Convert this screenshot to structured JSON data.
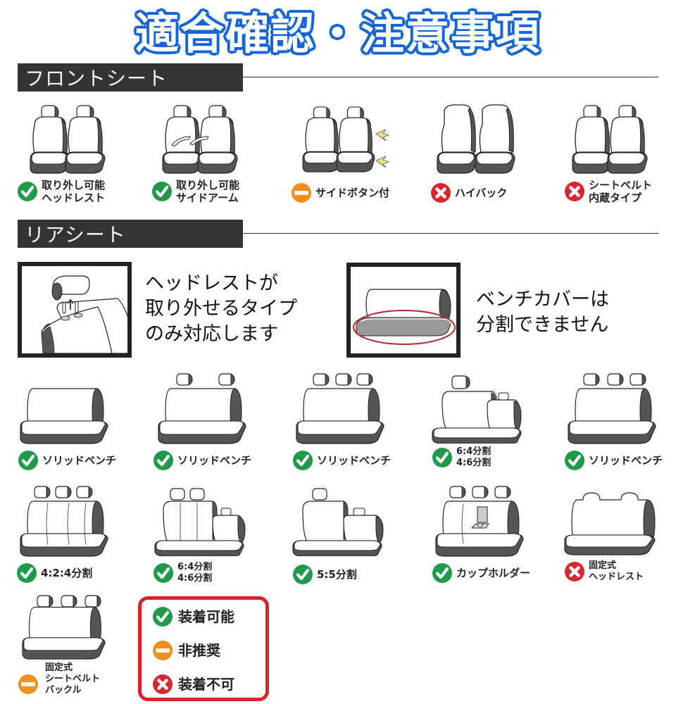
{
  "title": "適合確認・注意事項",
  "colors": {
    "title_blue": "#1a6fe0",
    "header_bar": "#333333",
    "ok_green": "#1f9a4a",
    "warn_orange": "#ef8e1c",
    "ng_red": "#d7262e",
    "legend_border": "#d8232a",
    "seat_shade": "#555555"
  },
  "front": {
    "header": "フロントシート",
    "items": [
      {
        "status": "ok",
        "lines": [
          "取り外し可能",
          "ヘッドレスト"
        ]
      },
      {
        "status": "ok",
        "lines": [
          "取り外し可能",
          "サイドアーム"
        ]
      },
      {
        "status": "warn",
        "lines": [
          "サイドボタン付"
        ]
      },
      {
        "status": "ng",
        "lines": [
          "ハイバック"
        ]
      },
      {
        "status": "ng",
        "lines": [
          "シートベルト",
          "内蔵タイプ"
        ]
      }
    ]
  },
  "rear": {
    "header": "リアシート",
    "notice1": {
      "lines": [
        "ヘッドレストが",
        "取り外せるタイプ",
        "のみ対応します"
      ]
    },
    "notice2": {
      "lines": [
        "ベンチカバーは",
        "分割できません"
      ]
    },
    "items": [
      {
        "status": "ok",
        "lines": [
          "ソリッドベンチ"
        ]
      },
      {
        "status": "ok",
        "lines": [
          "ソリッドベンチ"
        ]
      },
      {
        "status": "ok",
        "lines": [
          "ソリッドベンチ"
        ]
      },
      {
        "status": "ok",
        "lines": [
          "6:4分割",
          "4:6分割"
        ]
      },
      {
        "status": "ok",
        "lines": [
          "ソリッドベンチ"
        ]
      },
      {
        "status": "ok",
        "lines": [
          "4:2:4分割"
        ]
      },
      {
        "status": "ok",
        "lines": [
          "6:4分割",
          "4:6分割"
        ]
      },
      {
        "status": "ok",
        "lines": [
          "5:5分割"
        ]
      },
      {
        "status": "ok",
        "lines": [
          "カップホルダー"
        ]
      },
      {
        "status": "ng",
        "lines": [
          "固定式",
          "ヘッドレスト"
        ]
      },
      {
        "status": "warn",
        "lines": [
          "固定式",
          "シートベルト",
          "バックル"
        ]
      }
    ]
  },
  "legend": {
    "items": [
      {
        "status": "ok",
        "label": "装着可能"
      },
      {
        "status": "warn",
        "label": "非推奨"
      },
      {
        "status": "ng",
        "label": "装着不可"
      }
    ]
  }
}
